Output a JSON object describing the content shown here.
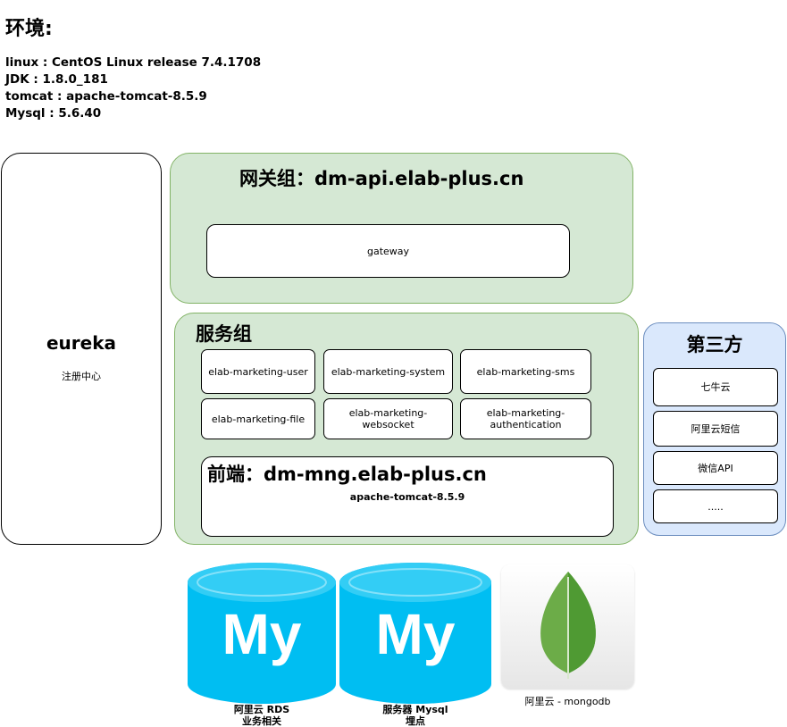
{
  "env": {
    "title": "环境:",
    "lines": [
      "linux : CentOS Linux release 7.4.1708",
      "JDK : 1.8.0_181",
      "tomcat : apache-tomcat-8.5.9",
      "Mysql : 5.6.40"
    ]
  },
  "eureka": {
    "title": "eureka",
    "subtitle": "注册中心"
  },
  "gateway_group": {
    "title": "网关组：dm-api.elab-plus.cn",
    "node": "gateway"
  },
  "service_group": {
    "title": "服务组",
    "services": [
      "elab-marketing-user",
      "elab-marketing-system",
      "elab-marketing-sms",
      "elab-marketing-file",
      "elab-marketing-\nwebsocket",
      "elab-marketing-\nauthentication"
    ],
    "frontend": {
      "title": "前端：dm-mng.elab-plus.cn",
      "subtitle": "apache-tomcat-8.5.9"
    }
  },
  "third_party": {
    "title": "第三方",
    "items": [
      "七牛云",
      "阿里云短信",
      "微信API",
      "....."
    ]
  },
  "databases": [
    {
      "icon": "mysql-icon",
      "caption": "阿里云 RDS\n业务相关"
    },
    {
      "icon": "mysql-icon",
      "caption": "服务器 Mysql\n埋点"
    },
    {
      "icon": "mongodb-leaf-icon",
      "caption": "阿里云 - mongodb"
    }
  ],
  "colors": {
    "green_fill": "#d5e8d4",
    "green_border": "#82b366",
    "blue_fill": "#dae8fc",
    "blue_border": "#6c8ebf",
    "mysql_cyan": "#00bef2",
    "mongo_green": "#6cac48"
  }
}
